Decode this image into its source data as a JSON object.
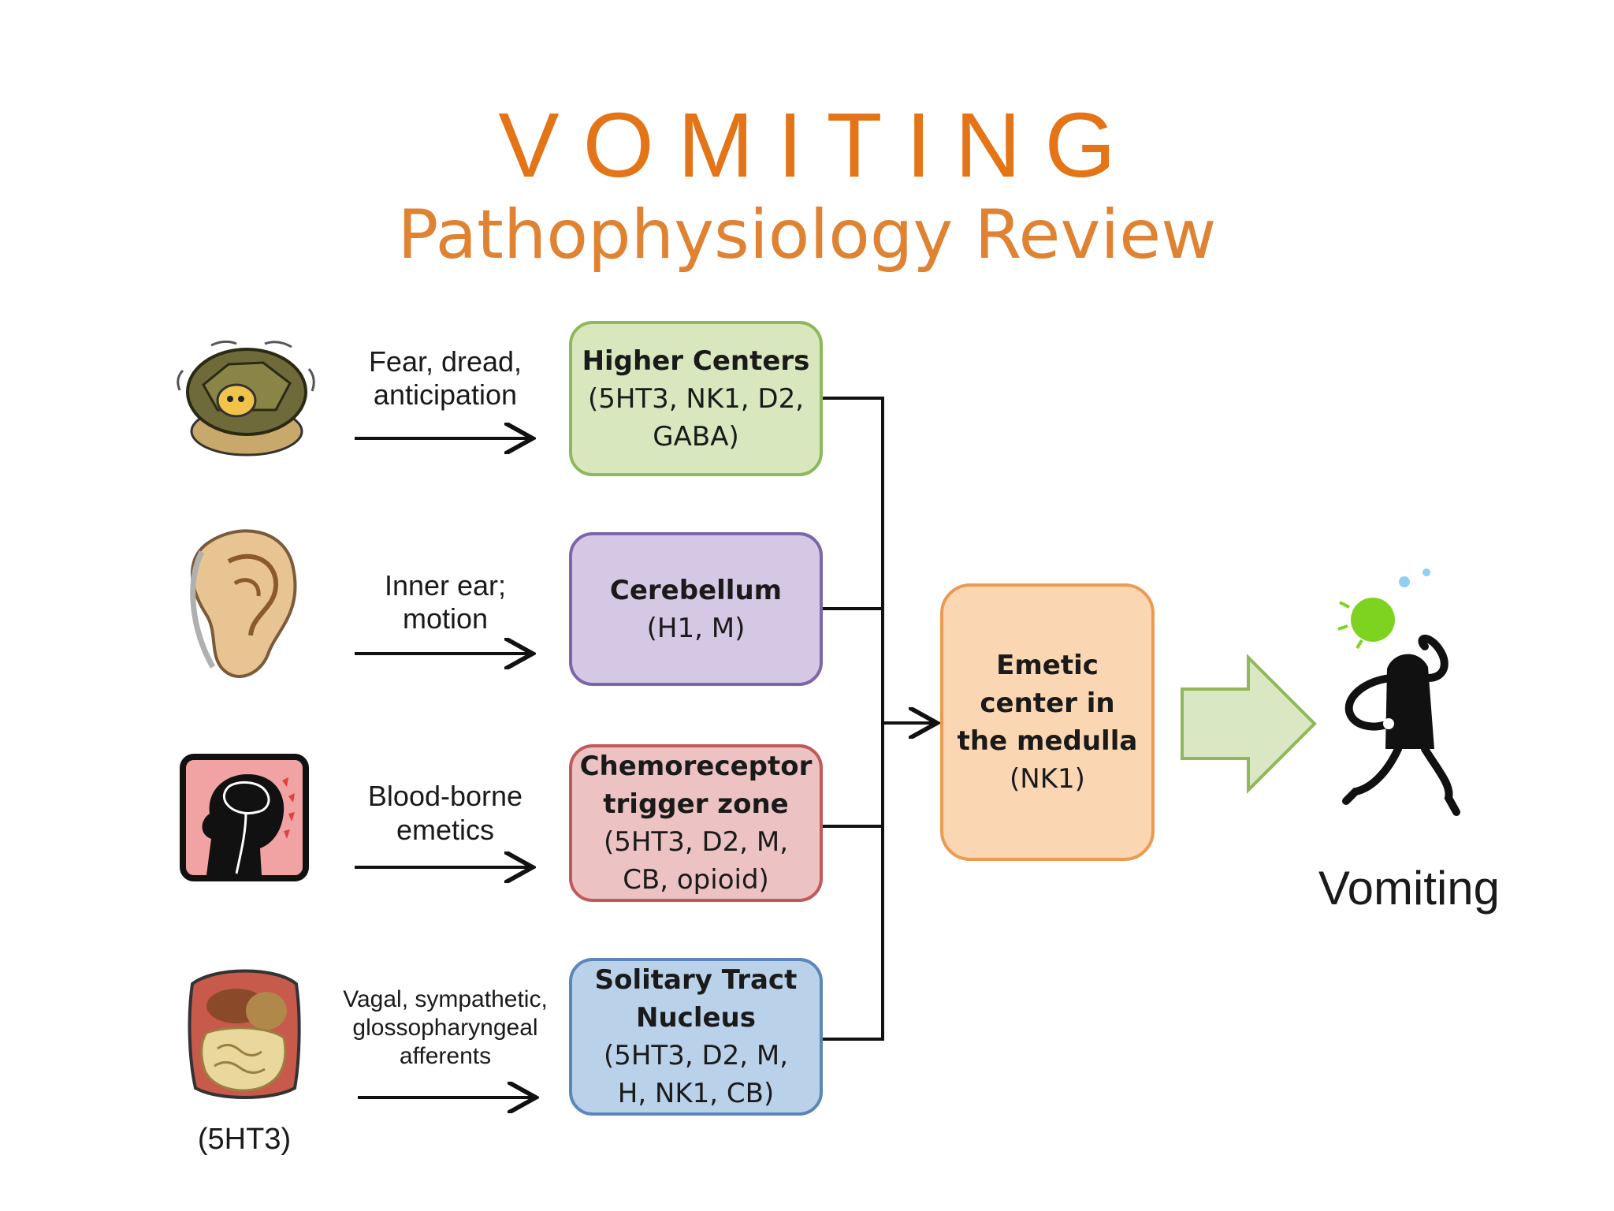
{
  "header": {
    "title": "VOMITING",
    "subtitle": "Pathophysiology Review"
  },
  "stimuli": [
    {
      "icon": "turtle-icon",
      "label_lines": [
        "Fear, dread,",
        "anticipation"
      ]
    },
    {
      "icon": "ear-icon",
      "label_lines": [
        "Inner ear;",
        "motion"
      ]
    },
    {
      "icon": "head-brain-icon",
      "label_lines": [
        "Blood-borne",
        "emetics"
      ]
    },
    {
      "icon": "abdomen-organs-icon",
      "label_lines": [
        "Vagal, sympathetic,",
        "glossopharyngeal",
        "afferents"
      ],
      "caption": "(5HT3)"
    }
  ],
  "centers": [
    {
      "lines": [
        "Higher Centers",
        "(5HT3, NK1, D2,",
        "GABA)"
      ],
      "bold_lines": 1,
      "color": "#d8e7bd"
    },
    {
      "lines": [
        "Cerebellum",
        "(H1, M)"
      ],
      "bold_lines": 1,
      "color": "#d5c8e4"
    },
    {
      "lines": [
        "Chemoreceptor",
        "trigger zone",
        "(5HT3, D2, M,",
        "CB, opioid)"
      ],
      "bold_lines": 2,
      "color": "#ecc2c2"
    },
    {
      "lines": [
        "Solitary Tract",
        "Nucleus",
        "(5HT3, D2, M,",
        "H, NK1, CB)"
      ],
      "bold_lines": 2,
      "color": "#bad1ea"
    }
  ],
  "emetic_center": {
    "lines": [
      "Emetic",
      "center in",
      "the medulla",
      "(NK1)"
    ],
    "bold_lines": 3,
    "color": "#fad6b2"
  },
  "outcome": {
    "icon": "vomiting-figure-icon",
    "label": "Vomiting",
    "arrow_color": "#d9e8c2"
  },
  "colors": {
    "title": "#e37418",
    "subtitle": "#df8232"
  }
}
